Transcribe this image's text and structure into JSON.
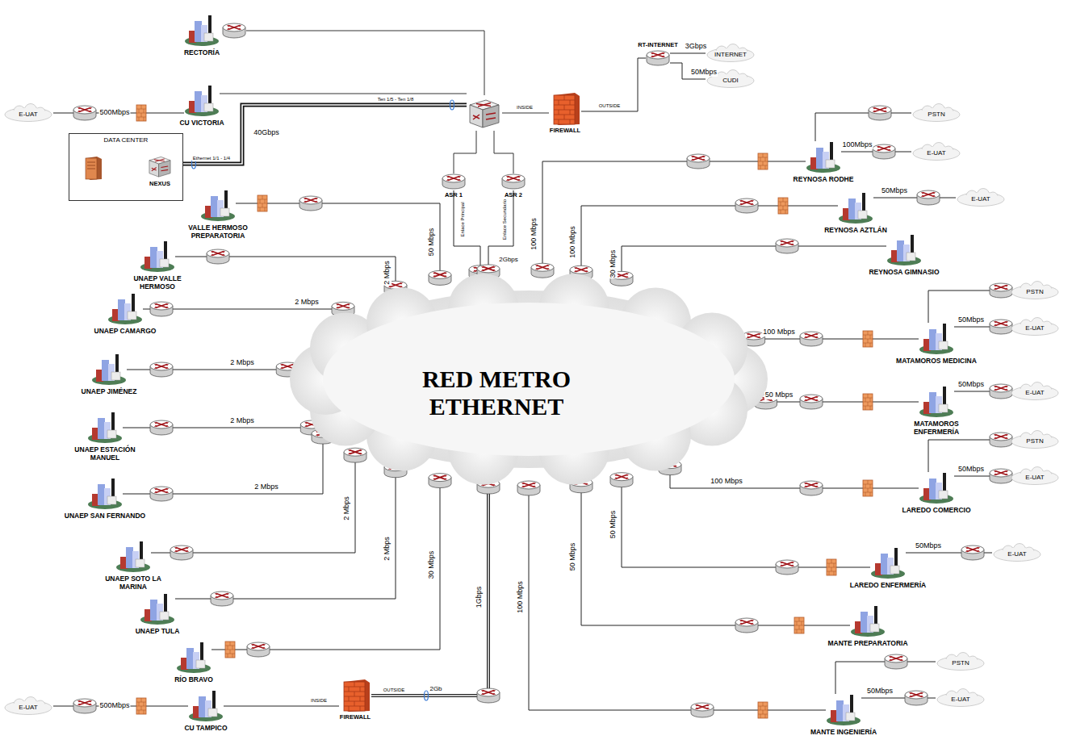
{
  "diagram": {
    "nodes": [
      {
        "text": [
          "RECTORÍA"
        ]
      },
      {
        "text": [
          "E-UAT"
        ]
      },
      {
        "text": [
          "CU VICTORIA"
        ]
      },
      {
        "text": [
          "RT-INTERNET"
        ]
      },
      {
        "text": [
          "INTERNET"
        ]
      },
      {
        "text": [
          "CUDI"
        ]
      },
      {
        "text": [
          "DATA CENTER"
        ]
      },
      {
        "text": [
          "NEXUS"
        ],
        "in": 6
      },
      {
        "text": [
          "FIREWALL"
        ]
      },
      {
        "text": [
          "ASR 1"
        ]
      },
      {
        "text": [
          "ASR 2"
        ]
      },
      {
        "text": [
          "RED METRO ETHERNET"
        ]
      },
      {
        "text": [
          "PSTN"
        ]
      },
      {
        "text": [
          "E-UAT"
        ]
      },
      {
        "text": [
          "REYNOSA RODHE"
        ]
      },
      {
        "text": [
          "E-UAT"
        ]
      },
      {
        "text": [
          "REYNOSA AZTLÁN"
        ]
      },
      {
        "text": [
          "VALLE HERMOSO PREPARATORIA"
        ]
      },
      {
        "text": [
          "UNAEP VALLE HERMOSO"
        ]
      },
      {
        "text": [
          "REYNOSA GIMNASIO"
        ]
      },
      {
        "text": [
          "PSTN"
        ]
      },
      {
        "text": [
          "E-UAT"
        ]
      },
      {
        "text": [
          "UNAEP CAMARGO"
        ]
      },
      {
        "text": [
          "MATAMOROS MEDICINA"
        ]
      },
      {
        "text": [
          "UNAEP JIMÉNEZ"
        ]
      },
      {
        "text": [
          "E-UAT"
        ]
      },
      {
        "text": [
          "MATAMOROS ENFERMERÍA"
        ]
      },
      {
        "text": [
          "UNAEP ESTACIÓN MANUEL"
        ]
      },
      {
        "text": [
          "PSTN"
        ]
      },
      {
        "text": [
          "E-UAT"
        ]
      },
      {
        "text": [
          "UNAEP SAN FERNANDO"
        ]
      },
      {
        "text": [
          "LAREDO COMERCIO"
        ]
      },
      {
        "text": [
          "E-UAT"
        ]
      },
      {
        "text": [
          "UNAEP SOTO LA MARINA"
        ]
      },
      {
        "text": [
          "LAREDO ENFERMERÍA"
        ]
      },
      {
        "text": [
          "UNAEP TULA"
        ]
      },
      {
        "text": [
          "MANTE PREPARATORIA"
        ]
      },
      {
        "text": [
          "RÍO BRAVO"
        ]
      },
      {
        "text": [
          "PSTN"
        ]
      },
      {
        "text": [
          "E-UAT"
        ]
      },
      {
        "text": [
          "E-UAT"
        ]
      },
      {
        "text": [
          "CU TAMPICO"
        ]
      },
      {
        "text": [
          "FIREWALL"
        ]
      },
      {
        "text": [
          "MANTE INGENIERÍA"
        ]
      }
    ],
    "edges": [
      {
        "from": 1,
        "to": 2,
        "arrow": "none",
        "label": "500Mbps"
      },
      {
        "from": 3,
        "to": 4,
        "arrow": "none",
        "label": "3Gbps"
      },
      {
        "from": 3,
        "to": 5,
        "arrow": "none",
        "label": "50Mbps"
      },
      {
        "from": 8,
        "to": 3,
        "arrow": "none"
      },
      {
        "from": 9,
        "to": 11,
        "arrow": "none",
        "label": "Enlace Principal"
      },
      {
        "from": 10,
        "to": 11,
        "arrow": "none",
        "label": "Enlace Secundario"
      },
      {
        "from": 17,
        "to": 11,
        "arrow": "none",
        "label": "50 Mbps"
      },
      {
        "from": 18,
        "to": 11,
        "arrow": "none",
        "label": "2 Mbps"
      },
      {
        "from": 22,
        "to": 11,
        "arrow": "none",
        "label": "2 Mbps"
      },
      {
        "from": 24,
        "to": 11,
        "arrow": "none",
        "label": "2 Mbps"
      },
      {
        "from": 27,
        "to": 11,
        "arrow": "none",
        "label": "2 Mbps"
      },
      {
        "from": 30,
        "to": 11,
        "arrow": "none",
        "label": "2 Mbps"
      },
      {
        "from": 33,
        "to": 11,
        "arrow": "none",
        "label": "2 Mbps"
      },
      {
        "from": 35,
        "to": 11,
        "arrow": "none",
        "label": "2 Mbps"
      },
      {
        "from": 37,
        "to": 11,
        "arrow": "none",
        "label": "30 Mbps"
      },
      {
        "from": 42,
        "to": 11,
        "arrow": "none",
        "label": "1Gbps"
      },
      {
        "from": 41,
        "to": 42,
        "arrow": "none"
      },
      {
        "from": 40,
        "to": 41,
        "arrow": "none",
        "label": "500Mbps"
      },
      {
        "from": 14,
        "to": 11,
        "arrow": "none",
        "label": "100 Mbps"
      },
      {
        "from": 16,
        "to": 11,
        "arrow": "none",
        "label": "100 Mbps"
      },
      {
        "from": 19,
        "to": 11,
        "arrow": "none",
        "label": "30 Mbps"
      },
      {
        "from": 23,
        "to": 11,
        "arrow": "none",
        "label": "100 Mbps"
      },
      {
        "from": 26,
        "to": 11,
        "arrow": "none",
        "label": "50 Mbps"
      },
      {
        "from": 31,
        "to": 11,
        "arrow": "none",
        "label": "100 Mbps"
      },
      {
        "from": 34,
        "to": 11,
        "arrow": "none",
        "label": "50 Mbps"
      },
      {
        "from": 36,
        "to": 11,
        "arrow": "none",
        "label": "50 Mbps"
      },
      {
        "from": 43,
        "to": 11,
        "arrow": "none",
        "label": "100 Mbps"
      },
      {
        "from": 14,
        "to": 12,
        "arrow": "none"
      },
      {
        "from": 14,
        "to": 13,
        "arrow": "none",
        "label": "100Mbps"
      },
      {
        "from": 16,
        "to": 15,
        "arrow": "none",
        "label": "50Mbps"
      },
      {
        "from": 23,
        "to": 20,
        "arrow": "none"
      },
      {
        "from": 23,
        "to": 21,
        "arrow": "none",
        "label": "50Mbps"
      },
      {
        "from": 26,
        "to": 25,
        "arrow": "none",
        "label": "50Mbps"
      },
      {
        "from": 31,
        "to": 28,
        "arrow": "none"
      },
      {
        "from": 31,
        "to": 29,
        "arrow": "none",
        "label": "50Mbps"
      },
      {
        "from": 34,
        "to": 32,
        "arrow": "none",
        "label": "50Mbps"
      },
      {
        "from": 43,
        "to": 38,
        "arrow": "none"
      },
      {
        "from": 43,
        "to": 39,
        "arrow": "none",
        "label": "50Mbps"
      }
    ],
    "labels": [
      "2Gbps",
      "40Gbps",
      "Ethernet 1/1 - 1/4",
      "Ten 1/5 - Ten 1/8",
      "INSIDE",
      "OUTSIDE",
      "INSIDE",
      "OUTSIDE",
      "2Gb"
    ]
  }
}
